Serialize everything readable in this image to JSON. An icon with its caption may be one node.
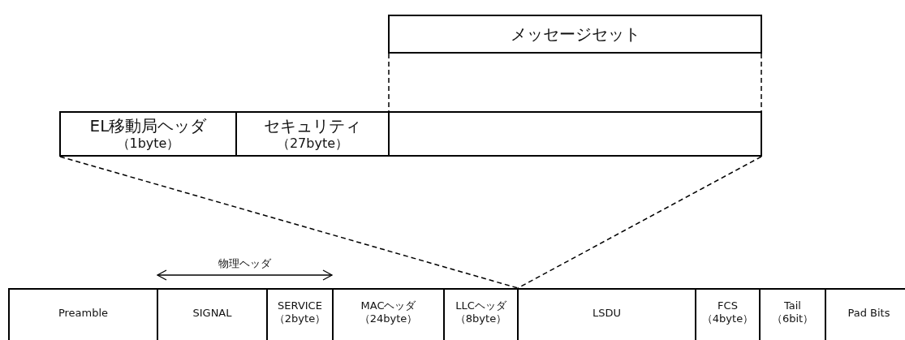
{
  "diagram": {
    "nodes": [
      {
        "text": [
          "メッセージセット"
        ]
      },
      {
        "text": [
          "EL移動局ヘッダ",
          "（1byte）"
        ]
      },
      {
        "text": [
          "セキュリティ",
          "（27byte）"
        ]
      },
      {
        "text": [],
        "shape": "box"
      },
      {
        "text": [
          "Preamble"
        ]
      },
      {
        "text": [
          "SIGNAL"
        ]
      },
      {
        "text": [
          "SERVICE",
          "（2byte）"
        ]
      },
      {
        "text": [
          "MACヘッダ",
          "（24byte）"
        ]
      },
      {
        "text": [
          "LLCヘッダ",
          "（8byte）"
        ]
      },
      {
        "text": [
          "LSDU"
        ]
      },
      {
        "text": [
          "FCS",
          "（4byte）"
        ]
      },
      {
        "text": [
          "Tail",
          "（6bit）"
        ]
      },
      {
        "text": [
          "Pad Bits"
        ]
      }
    ],
    "edges": [
      {
        "from": 0,
        "to": 3,
        "arrow": "none",
        "style": "dashed"
      },
      {
        "from": 1,
        "to": 9,
        "arrow": "none",
        "style": "dashed"
      },
      {
        "from": 3,
        "to": 9,
        "arrow": "none",
        "style": "dashed"
      }
    ],
    "labels": [
      "物理ヘッダ"
    ]
  }
}
